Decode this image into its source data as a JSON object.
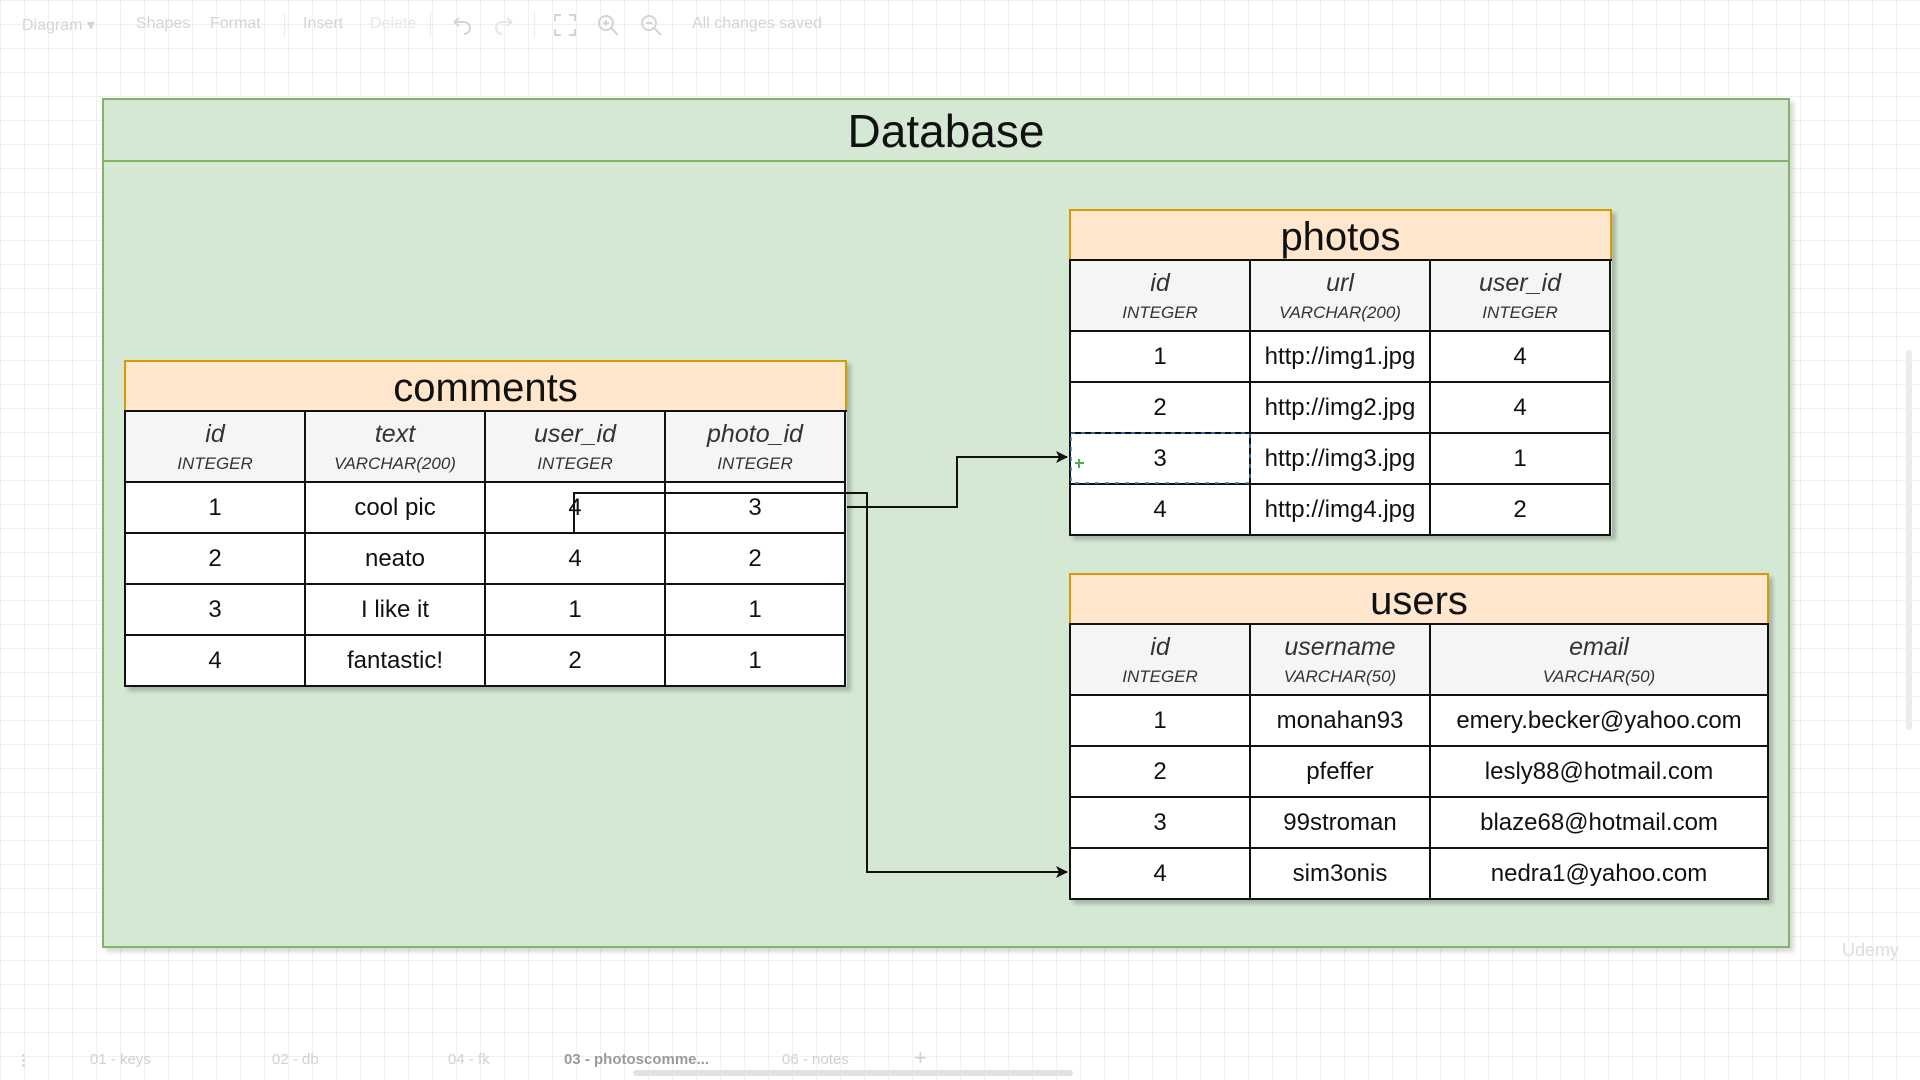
{
  "toolbar": {
    "diagram": "Diagram",
    "shapes": "Shapes",
    "format": "Format",
    "insert": "Insert",
    "delete": "Delete",
    "status": "All changes saved"
  },
  "database": {
    "title": "Database"
  },
  "comments": {
    "title": "comments",
    "columns": [
      {
        "name": "id",
        "type": "INTEGER"
      },
      {
        "name": "text",
        "type": "VARCHAR(200)"
      },
      {
        "name": "user_id",
        "type": "INTEGER"
      },
      {
        "name": "photo_id",
        "type": "INTEGER"
      }
    ],
    "rows": [
      [
        "1",
        "cool pic",
        "4",
        "3"
      ],
      [
        "2",
        "neato",
        "4",
        "2"
      ],
      [
        "3",
        "I like it",
        "1",
        "1"
      ],
      [
        "4",
        "fantastic!",
        "2",
        "1"
      ]
    ]
  },
  "photos": {
    "title": "photos",
    "columns": [
      {
        "name": "id",
        "type": "INTEGER"
      },
      {
        "name": "url",
        "type": "VARCHAR(200)"
      },
      {
        "name": "user_id",
        "type": "INTEGER"
      }
    ],
    "rows": [
      [
        "1",
        "http://img1.jpg",
        "4"
      ],
      [
        "2",
        "http://img2.jpg",
        "4"
      ],
      [
        "3",
        "http://img3.jpg",
        "1"
      ],
      [
        "4",
        "http://img4.jpg",
        "2"
      ]
    ]
  },
  "users": {
    "title": "users",
    "columns": [
      {
        "name": "id",
        "type": "INTEGER"
      },
      {
        "name": "username",
        "type": "VARCHAR(50)"
      },
      {
        "name": "email",
        "type": "VARCHAR(50)"
      }
    ],
    "rows": [
      [
        "1",
        "monahan93",
        "emery.becker@yahoo.com"
      ],
      [
        "2",
        "pfeffer",
        "lesly88@hotmail.com"
      ],
      [
        "3",
        "99stroman",
        "blaze68@hotmail.com"
      ],
      [
        "4",
        "sim3onis",
        "nedra1@yahoo.com"
      ]
    ]
  },
  "pages": [
    {
      "label": "01 - keys",
      "active": false
    },
    {
      "label": "02 - db",
      "active": false
    },
    {
      "label": "04 - fk",
      "active": false
    },
    {
      "label": "03 - photoscomme...",
      "active": true
    },
    {
      "label": "06 - notes",
      "active": false
    }
  ],
  "watermark": "Udemy",
  "colors": {
    "container_fill": "#d5e8d4",
    "container_stroke": "#82b366",
    "table_header_fill": "#ffe6cc",
    "table_header_stroke": "#d79b00"
  }
}
